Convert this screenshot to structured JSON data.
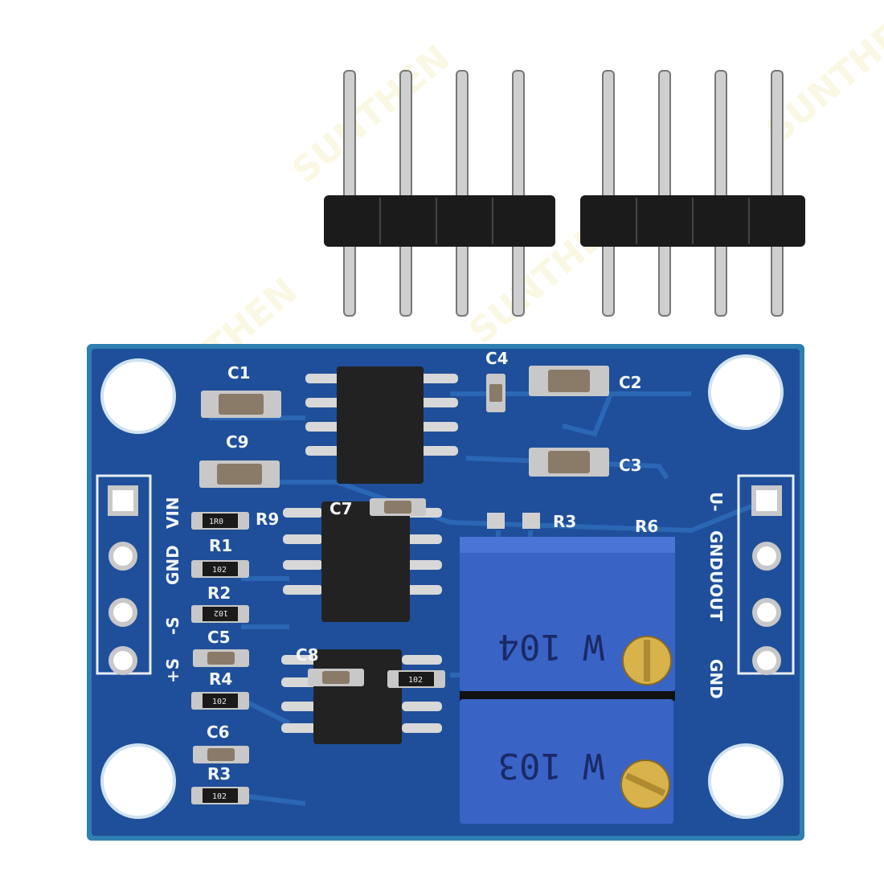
{
  "watermark": "SUNTHEN",
  "colors": {
    "pcb": "#1f4f9a",
    "pcb_edge": "#2f7fb0",
    "header": "#1b1b1b",
    "pin": "#c8c8c8",
    "pot": "#3a63c6",
    "ic": "#222222"
  },
  "headers": {
    "left_pin_count": 4,
    "right_pin_count": 4
  },
  "board": {
    "left_pins": [
      "VIN",
      "GND",
      "-S",
      "+S"
    ],
    "right_pins": [
      "U-",
      "GND",
      "UOUT",
      "GND"
    ],
    "components": {
      "C1": "C1",
      "C9": "C9",
      "R9": "R9",
      "R1": "R1",
      "R2": "R2",
      "C5": "C5",
      "R4": "R4",
      "C6": "C6",
      "R3": "R3",
      "C7": "C7",
      "C8": "C8",
      "C4": "C4",
      "C2": "C2",
      "C3": "C3",
      "R3b": "R3",
      "R6": "R6"
    },
    "resistor_marks": {
      "r9": "1R0",
      "r1": "102",
      "r2": "102",
      "r4": "102",
      "r3": "102",
      "r8": "102"
    },
    "pot_top": "W 104",
    "pot_bottom": "W 103"
  }
}
